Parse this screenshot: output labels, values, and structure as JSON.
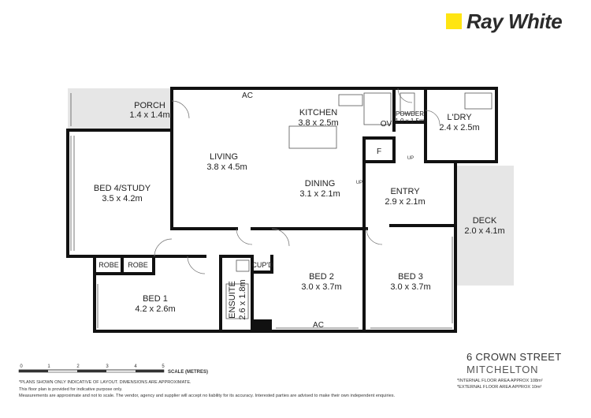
{
  "brand": {
    "name": "Ray White",
    "accent": "#ffe512"
  },
  "rooms": [
    {
      "id": "porch",
      "name": "PORCH",
      "size": "1.4 x 1.4m"
    },
    {
      "id": "living",
      "name": "LIVING",
      "size": "3.8 x 4.5m"
    },
    {
      "id": "kitchen",
      "name": "KITCHEN",
      "size": "3.8 x 2.5m"
    },
    {
      "id": "dining",
      "name": "DINING",
      "size": "3.1 x 2.1m"
    },
    {
      "id": "powder",
      "name": "POWDER",
      "size": "1.0 x 1.5m"
    },
    {
      "id": "laundry",
      "name": "L'DRY",
      "size": "2.4 x 2.5m"
    },
    {
      "id": "bed4",
      "name": "BED 4/STUDY",
      "size": "3.5 x 4.2m"
    },
    {
      "id": "entry",
      "name": "ENTRY",
      "size": "2.9 x 2.1m"
    },
    {
      "id": "deck",
      "name": "DECK",
      "size": "2.0 x 4.1m"
    },
    {
      "id": "bed1",
      "name": "BED 1",
      "size": "4.2 x 2.6m"
    },
    {
      "id": "ensuite",
      "name": "ENSUITE",
      "size": "2.6 x 1.8m"
    },
    {
      "id": "bed2",
      "name": "BED 2",
      "size": "3.0 x 3.7m"
    },
    {
      "id": "bed3",
      "name": "BED 3",
      "size": "3.0 x 3.7m"
    }
  ],
  "fixtures": {
    "ac_top": "AC",
    "ac_bottom": "AC",
    "ov": "OV",
    "fridge": "F",
    "robe_1": "ROBE",
    "robe_2": "ROBE",
    "cupboard": "CUP'D",
    "up_1": "UP",
    "up_2": "UP"
  },
  "scale": {
    "ticks": [
      "0",
      "1",
      "2",
      "3",
      "4",
      "5"
    ],
    "label": "SCALE (METRES)"
  },
  "address": {
    "street": "6 CROWN STREET",
    "suburb": "MITCHELTON"
  },
  "areas": {
    "internal": "*INTERNAL FLOOR AREA APPROX 108m²",
    "external": "*EXTERNAL FLOOR AREA APPROX 10m²"
  },
  "notes": [
    "*PLANS SHOWN ONLY INDICATIVE OF LAYOUT. DIMENSIONS ARE APPROXIMATE.",
    "This floor plan is provided for indicative purpose only.",
    "Measurements are approximate and not to scale. The vendor, agency and supplier will accept no liability for its accuracy. Interested parties are advised to make their own independent enquiries."
  ]
}
